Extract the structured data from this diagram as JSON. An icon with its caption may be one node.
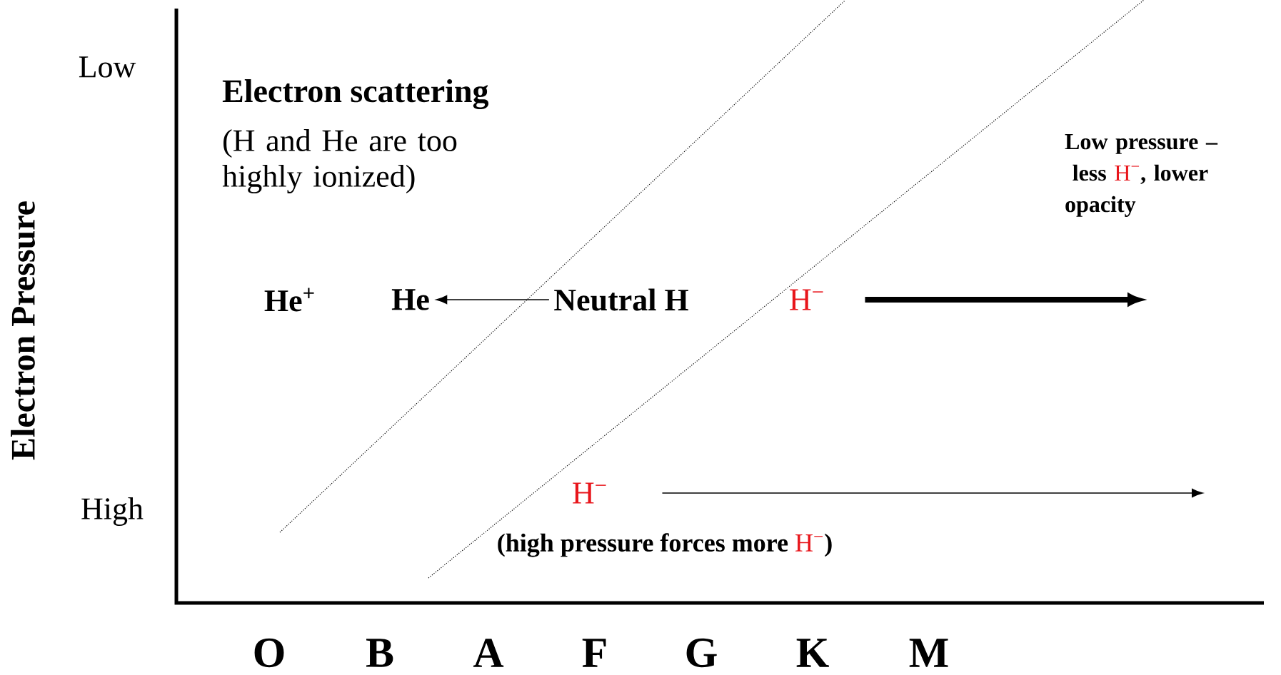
{
  "diagram": {
    "nodes": [
      {
        "text": [
          "He"
        ]
      },
      {
        "text": [
          "Neutral H"
        ]
      },
      {
        "text": [
          "H$^{−}$"
        ]
      },
      {
        "text": [
          "H$^{−}$"
        ]
      }
    ],
    "edges": [
      {
        "from": 1,
        "to": 0,
        "arrow": "to"
      },
      {
        "from": 2,
        "to": null,
        "arrow": "to",
        "style": "thick"
      },
      {
        "from": 3,
        "to": null,
        "arrow": "to"
      }
    ],
    "labels": [
      "Low",
      "Electron scattering",
      "(H and He are too highly ionized)",
      "Low pressure –",
      "less",
      "H$^{−}$",
      ", lower opacity",
      "Electron Pressure",
      "He$^{+}$",
      "High",
      "(high pressure forces more",
      "H$^{−}$",
      ")",
      "O",
      "B",
      "A",
      "F",
      "G",
      "K",
      "M"
    ]
  }
}
